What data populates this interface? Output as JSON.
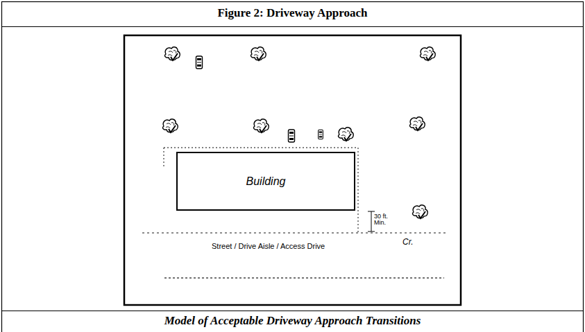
{
  "diagram": {
    "title": "Figure 2: Driveway Approach",
    "caption": "Model of Acceptable Driveway Approach Transitions",
    "nodes": [
      {
        "text": [
          "Building"
        ]
      }
    ],
    "labels": [
      "30 ft. Min.",
      "Cr.",
      "Street / Drive Aisle / Access Drive"
    ]
  }
}
